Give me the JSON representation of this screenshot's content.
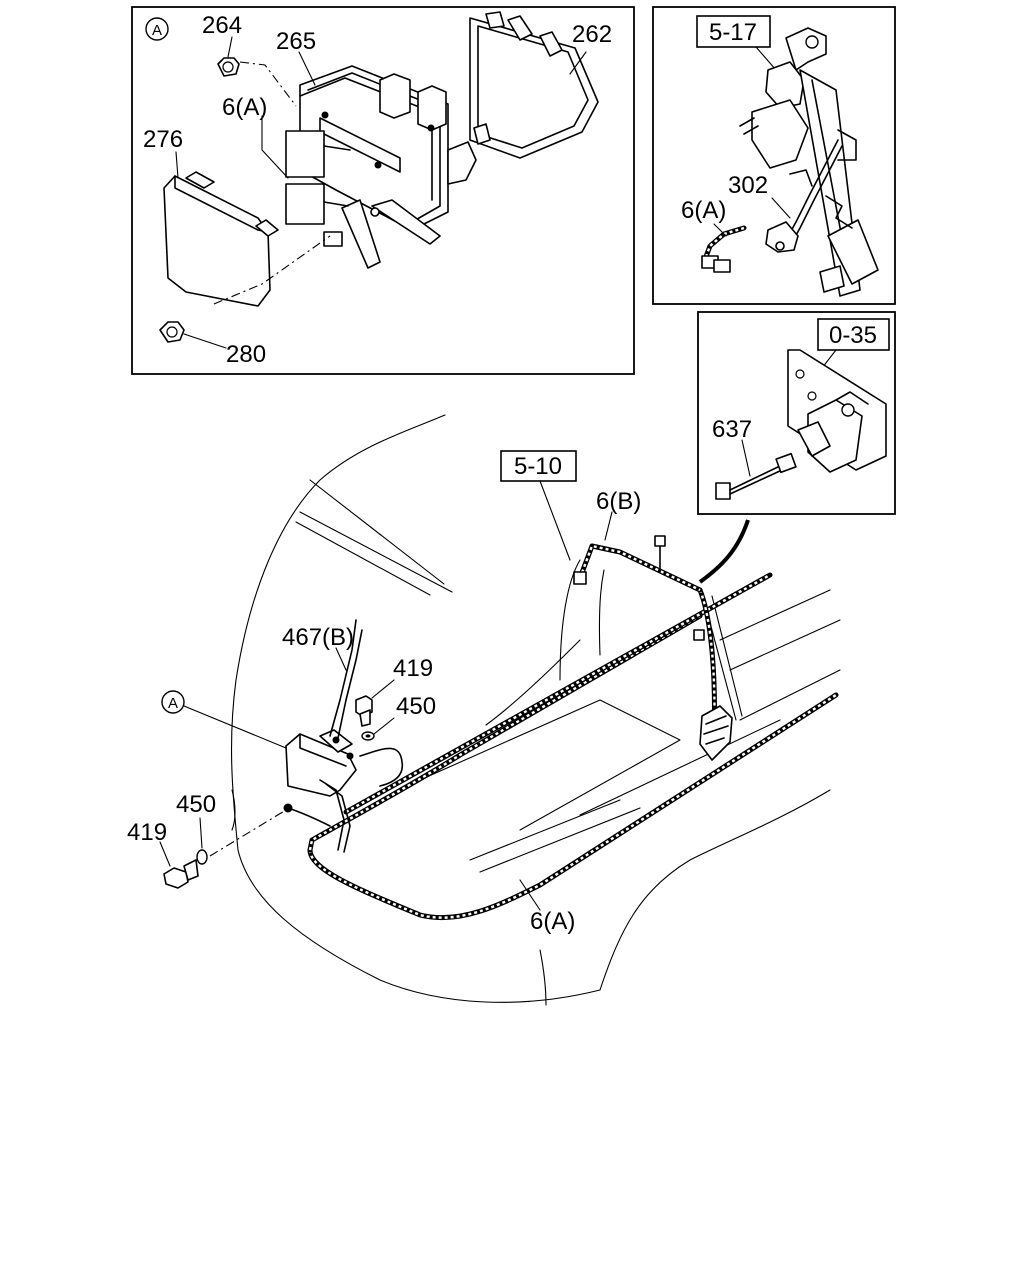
{
  "detail_a": {
    "marker": "A",
    "labels": {
      "p264": "264",
      "p265": "265",
      "p262": "262",
      "p6a": "6(A)",
      "p276": "276",
      "p280": "280"
    }
  },
  "detail_517": {
    "ref": "5-17",
    "labels": {
      "p302": "302",
      "p6a": "6(A)"
    }
  },
  "detail_035": {
    "ref": "0-35",
    "labels": {
      "p637": "637"
    }
  },
  "main": {
    "ref_510": "5-10",
    "marker": "A",
    "labels": {
      "p6b": "6(B)",
      "p467b": "467(B)",
      "p419_upper": "419",
      "p450_upper": "450",
      "p450_lower": "450",
      "p419_lower": "419",
      "p6a": "6(A)"
    }
  }
}
